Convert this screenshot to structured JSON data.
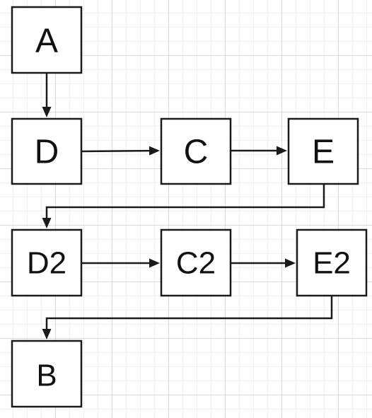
{
  "diagram": {
    "nodes": [
      {
        "id": "A",
        "label": "A"
      },
      {
        "id": "D",
        "label": "D"
      },
      {
        "id": "C",
        "label": "C"
      },
      {
        "id": "E",
        "label": "E"
      },
      {
        "id": "D2",
        "label": "D2"
      },
      {
        "id": "C2",
        "label": "C2"
      },
      {
        "id": "E2",
        "label": "E2"
      },
      {
        "id": "B",
        "label": "B"
      }
    ],
    "edges": [
      {
        "from": "A",
        "to": "D"
      },
      {
        "from": "D",
        "to": "C"
      },
      {
        "from": "C",
        "to": "E"
      },
      {
        "from": "E",
        "to": "D2"
      },
      {
        "from": "D2",
        "to": "C2"
      },
      {
        "from": "C2",
        "to": "E2"
      },
      {
        "from": "E2",
        "to": "B"
      }
    ]
  }
}
